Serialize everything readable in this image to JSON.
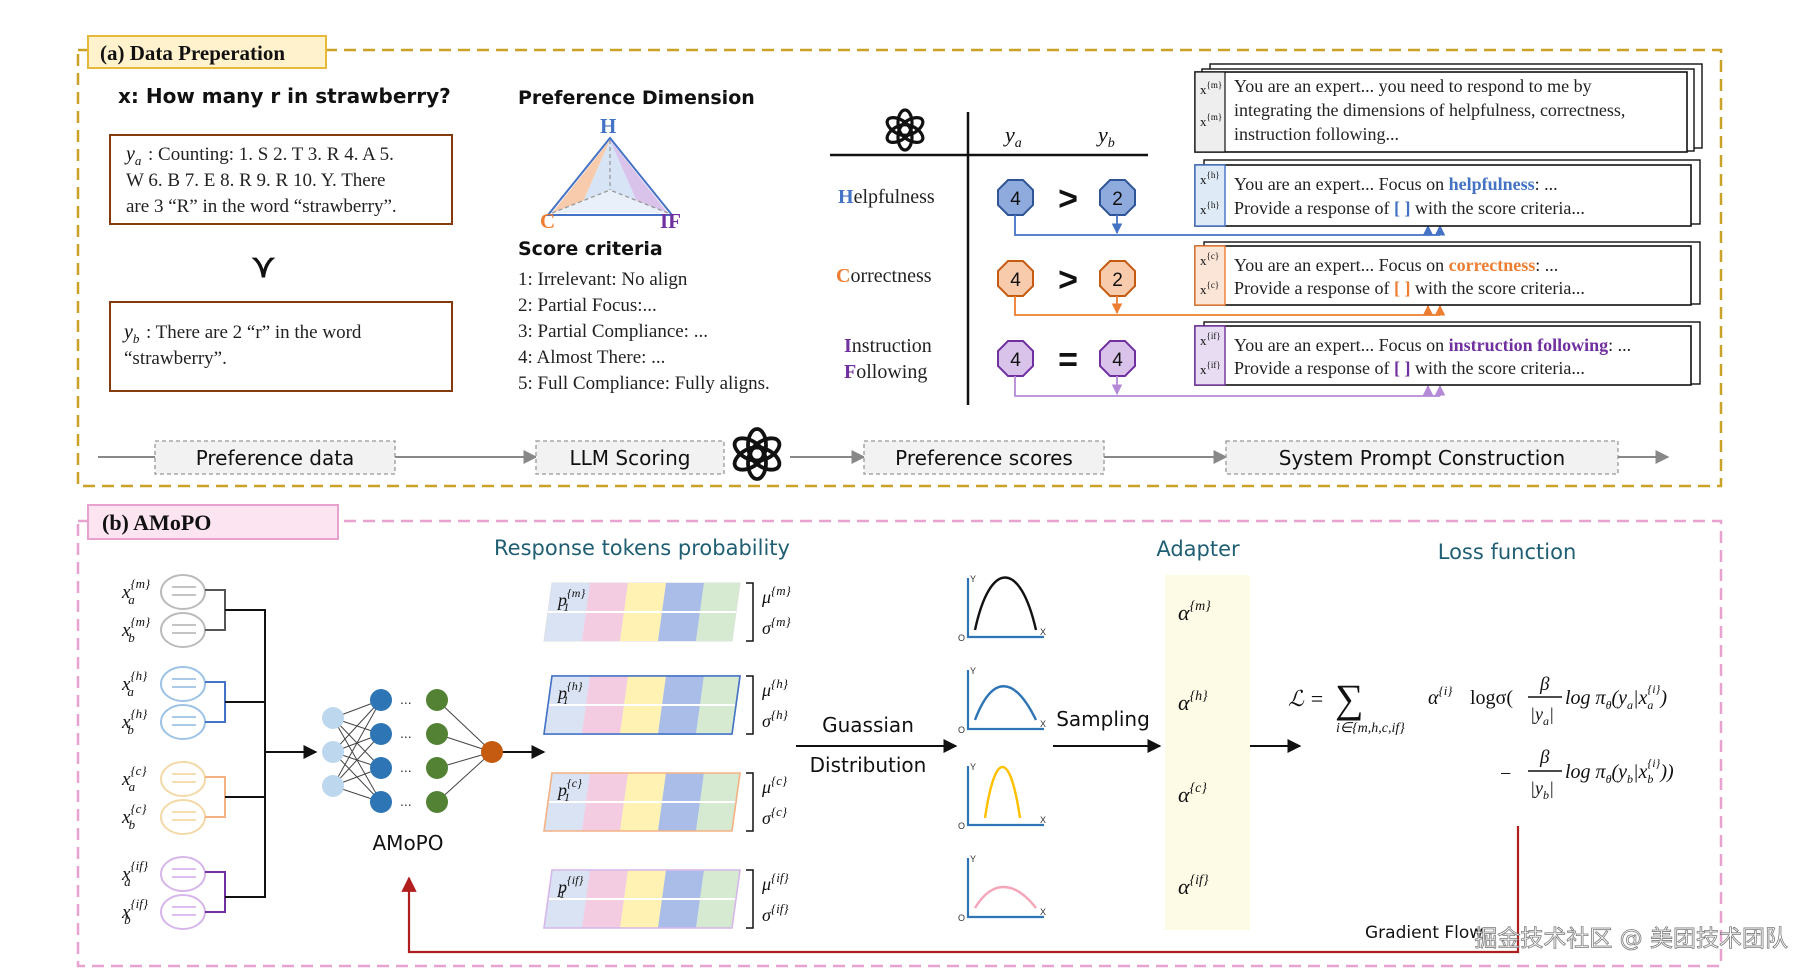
{
  "section_a": {
    "title": "(a) Data Preperation",
    "question": "x: How many r in strawberry?",
    "ya_label": "y",
    "ya_sub": "a",
    "ya_text": [
      ": Counting: 1. S 2. T 3. R 4. A 5.",
      "W 6. B 7. E 8. R 9. R 10. Y. There",
      "are 3 “R” in the word “strawberry”."
    ],
    "yb_label": "y",
    "yb_sub": "b",
    "yb_text": [
      ": There are 2 “r” in the word",
      "“strawberry”."
    ],
    "pref_symbol": "≻",
    "pref_dim_title": "Preference Dimension",
    "triangle": {
      "top": "H",
      "left": "C",
      "right": "IF"
    },
    "score_criteria_title": "Score criteria",
    "criteria": [
      "1: Irrelevant: No align",
      "2: Partial Focus:...",
      "3: Partial Compliance: ...",
      "4: Almost There: ...",
      "5: Full Compliance: Fully aligns."
    ],
    "col_ya": "y",
    "col_ya_sub": "a",
    "col_yb": "y",
    "col_yb_sub": "b",
    "dims": [
      {
        "first": "H",
        "rest": "elpfulness",
        "a": "4",
        "b": "2",
        "op": ">",
        "color": "#4472c4",
        "fill": "#8faadc"
      },
      {
        "first": "C",
        "rest": "orrectness",
        "a": "4",
        "b": "2",
        "op": ">",
        "color": "#ed7d31",
        "fill": "#f8cbad"
      },
      {
        "first": "I",
        "rest": "nstruction",
        "second_first": "F",
        "second_rest": "ollowing",
        "a": "4",
        "b": "4",
        "op": "=",
        "color": "#7030a0",
        "fill": "#d9c3ea"
      }
    ],
    "prompts": {
      "main": {
        "sup_a": "{m}",
        "sup_b": "{m}",
        "line1": "You are an expert...  you need to respond to me by",
        "line2": "integrating the dimensions of helpfulness, correctness,",
        "line3": "instruction following..."
      },
      "items": [
        {
          "sup_a": "{h}",
          "sup_b": "{h}",
          "pre": "You are an expert...  Focus on ",
          "focus": "helpfulness",
          "post": ": ...",
          "line2a": "Provide a response of ",
          "bracket": "[ ]",
          "line2b": " with the score criteria...",
          "color": "#4472c4"
        },
        {
          "sup_a": "{c}",
          "sup_b": "{c}",
          "pre": "You are an expert...  Focus on ",
          "focus": "correctness",
          "post": ": ...",
          "line2a": "Provide a response of ",
          "bracket": "[ ]",
          "line2b": " with the score criteria...",
          "color": "#ed7d31"
        },
        {
          "sup_a": "{if}",
          "sup_b": "{if}",
          "pre": "You are an expert...  Focus on ",
          "focus": "instruction following",
          "post": ": ...",
          "line2a": "Provide a response of ",
          "bracket": "[ ]",
          "line2b": " with the score criteria...",
          "color": "#7030a0"
        }
      ]
    },
    "pipeline": [
      "Preference data",
      "LLM Scoring",
      "Preference scores",
      "System Prompt Construction"
    ]
  },
  "section_b": {
    "title": "(b) AMoPO",
    "inputs": [
      {
        "a": "x",
        "a_sub": "a",
        "a_sup": "{m}",
        "b": "x",
        "b_sub": "b",
        "b_sup": "{m}"
      },
      {
        "a": "x",
        "a_sub": "a",
        "a_sup": "{h}",
        "b": "x",
        "b_sub": "b",
        "b_sup": "{h}"
      },
      {
        "a": "x",
        "a_sub": "a",
        "a_sup": "{c}",
        "b": "x",
        "b_sub": "b",
        "b_sup": "{c}"
      },
      {
        "a": "x",
        "a_sub": "a",
        "a_sup": "{if}",
        "b": "x",
        "b_sub": "b",
        "b_sup": "{if}"
      }
    ],
    "model_label": "AMoPO",
    "response_title": "Response tokens probability",
    "prob_rows": [
      {
        "p": "p",
        "sub": "1",
        "sup": "{m}",
        "mu": "μ",
        "mu_sup": "{m}",
        "sigma": "σ",
        "sigma_sup": "{m}"
      },
      {
        "p": "p",
        "sub": "1",
        "sup": "{h}",
        "mu": "μ",
        "mu_sup": "{h}",
        "sigma": "σ",
        "sigma_sup": "{h}"
      },
      {
        "p": "p",
        "sub": "1",
        "sup": "{c}",
        "mu": "μ",
        "mu_sup": "{c}",
        "sigma": "σ",
        "sigma_sup": "{c}"
      },
      {
        "p": "p",
        "sub": "1",
        "sup": "{if}",
        "mu": "μ",
        "mu_sup": "{if}",
        "sigma": "σ",
        "sigma_sup": "{if}"
      }
    ],
    "gaussian_label": [
      "Guassian",
      "Distribution"
    ],
    "axis_y": "Y",
    "axis_x": "X",
    "axis_o": "O",
    "sampling_label": "Sampling",
    "adapter_title": "Adapter",
    "alphas": [
      {
        "a": "α",
        "sup": "{m}"
      },
      {
        "a": "α",
        "sup": "{h}"
      },
      {
        "a": "α",
        "sup": "{c}"
      },
      {
        "a": "α",
        "sup": "{if}"
      }
    ],
    "loss_title": "Loss function",
    "loss_line1": "ℒ =",
    "loss_sum_sub": "i∈{m,h,c,if}",
    "loss_alpha": "α",
    "loss_alpha_sup": "{i}",
    "loss_logsig": "logσ(",
    "loss_beta": "β",
    "loss_ya": "|y",
    "loss_ya_sub": "a",
    "loss_term1": "log π",
    "loss_term1_sub": "θ",
    "loss_term1_arg": "(y",
    "loss_term1_arg_sub": "a",
    "loss_term1_bar": "|x",
    "loss_term1_x_sub": "a",
    "loss_term1_x_sup": "{i}",
    "loss_term1_close": ")",
    "loss_minus": "−",
    "loss_yb": "|y",
    "loss_yb_sub": "b",
    "loss_term2": "log π",
    "loss_term2_sub": "θ",
    "loss_term2_arg": "(y",
    "loss_term2_arg_sub": "b",
    "loss_term2_bar": "|x",
    "loss_term2_x_sub": "b",
    "loss_term2_x_sup": "{i}",
    "loss_term2_close": "))",
    "gradient_label": "Gradient Flow",
    "watermark": "掘金技术社区 @ 美团技术团队"
  },
  "colors": {
    "gold_border": "#c9a227",
    "pink_border": "#e8a2d0",
    "blue": "#4472c4",
    "orange": "#ed7d31",
    "purple": "#7030a0",
    "brown_box": "#843c0c",
    "gradient_red": "#b01e1e",
    "teal_title": "#1f5e73"
  }
}
